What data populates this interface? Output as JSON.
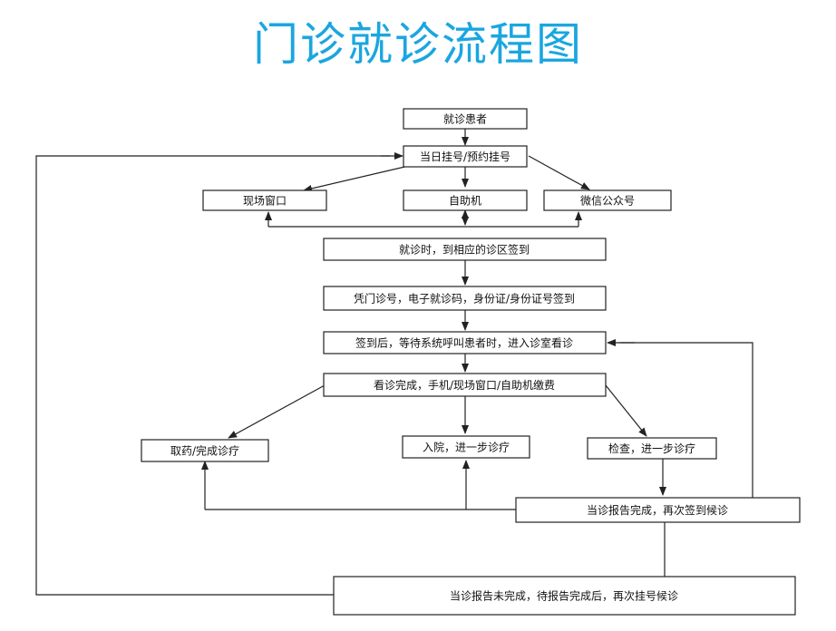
{
  "title": "门诊就诊流程图",
  "colors": {
    "title": "#1aa6e0",
    "line": "#222222"
  },
  "nodes": {
    "patient": "就诊患者",
    "register": "当日挂号/预约挂号",
    "window": "现场窗口",
    "kiosk": "自助机",
    "wechat": "微信公众号",
    "checkin_area": "就诊时，到相应的诊区签到",
    "checkin_id": "凭门诊号，电子就诊码，身份证/身份证号签到",
    "wait_call": "签到后，等待系统呼叫患者时，进入诊室看诊",
    "pay": "看诊完成，手机/现场窗口/自助机缴费",
    "medicine": "取药/完成诊疗",
    "hospitalize": "入院，进一步诊疗",
    "exam": "检查，进一步诊疗",
    "report_done": "当诊报告完成，再次签到候诊",
    "report_pending": "当诊报告未完成，待报告完成后，再次挂号候诊"
  }
}
